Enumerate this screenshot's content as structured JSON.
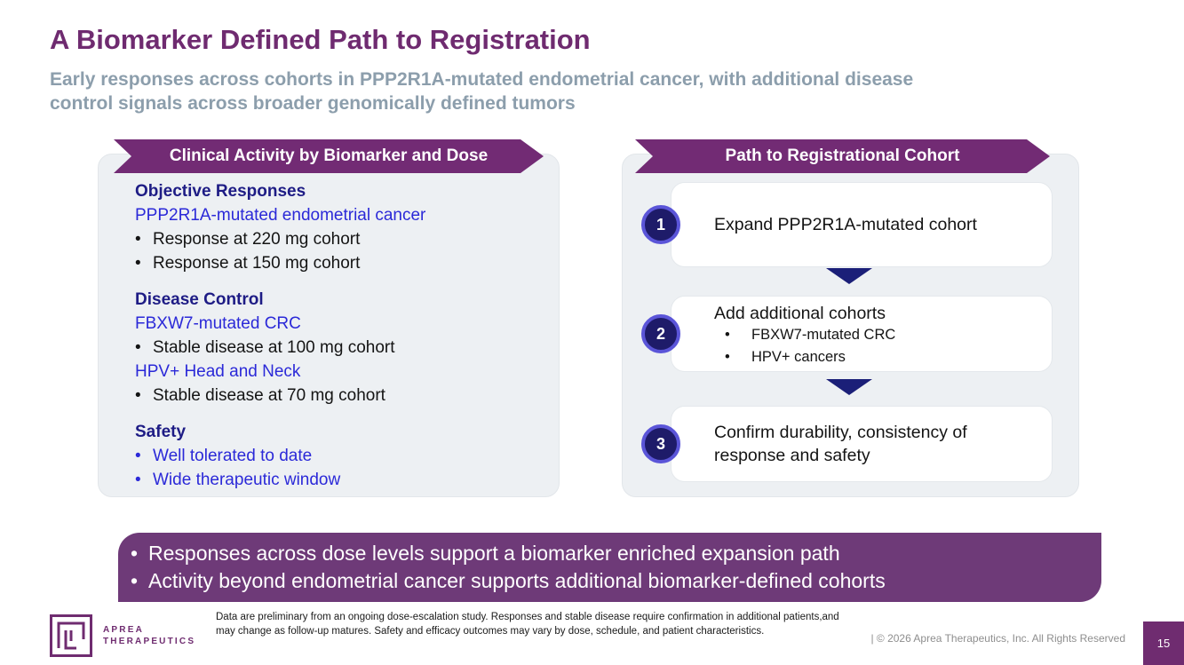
{
  "header": {
    "title": "A Biomarker Defined Path to Registration",
    "subtitle_line1": "Early responses across cohorts in PPP2R1A-mutated endometrial cancer, with additional disease",
    "subtitle_line2": "control signals across broader genomically defined tumors"
  },
  "left_panel": {
    "banner": "Clinical Activity by Biomarker and Dose",
    "objective_responses": {
      "heading": "Objective Responses",
      "cohort": "PPP2R1A-mutated endometrial cancer",
      "bullet1": "Response at 220 mg cohort",
      "bullet2": "Response at 150 mg cohort"
    },
    "disease_control": {
      "heading": "Disease Control",
      "cohort1": "FBXW7-mutated CRC",
      "bullet1": "Stable disease at 100 mg cohort",
      "cohort2": "HPV+ Head and Neck",
      "bullet2": "Stable disease at 70 mg cohort"
    },
    "safety": {
      "heading": "Safety",
      "bullet1": "Well tolerated to date",
      "bullet2": "Wide therapeutic window"
    }
  },
  "right_panel": {
    "banner": "Path to Registrational Cohort",
    "steps": [
      {
        "number": "1",
        "text": "Expand PPP2R1A-mutated cohort"
      },
      {
        "number": "2",
        "text": "Add additional cohorts",
        "bullets": [
          "FBXW7-mutated CRC",
          "HPV+ cancers"
        ]
      },
      {
        "number": "3",
        "text": "Confirm durability, consistency of response and safety"
      }
    ]
  },
  "takeaway": {
    "bullet1": "Responses across dose levels support a biomarker enriched expansion path",
    "bullet2": "Activity beyond endometrial cancer supports additional biomarker-defined cohorts"
  },
  "footer": {
    "logo_line1": "APREA",
    "logo_line2": "THERAPEUTICS",
    "disclaimer": "Data are preliminary from an ongoing dose-escalation study. Responses and stable disease require confirmation in additional patients,and may change as follow-up matures. Safety and efficacy outcomes may vary by dose, schedule, and patient characteristics.",
    "copyright": "| © 2026 Aprea Therapeutics, Inc. All Rights Reserved",
    "page_number": "15"
  },
  "colors": {
    "title_purple": "#6F2B70",
    "banner_purple": "#722B74",
    "takeaway_purple": "#6E3A78",
    "heading_navy": "#1E1C85",
    "cohort_blue": "#2B29D8",
    "subtitle_gray": "#8C9EAC",
    "panel_bg": "#EDF0F3",
    "step_circle_fill": "#1E1B69",
    "step_circle_ring": "#5B55D8",
    "arrow_navy": "#1B1F78"
  }
}
